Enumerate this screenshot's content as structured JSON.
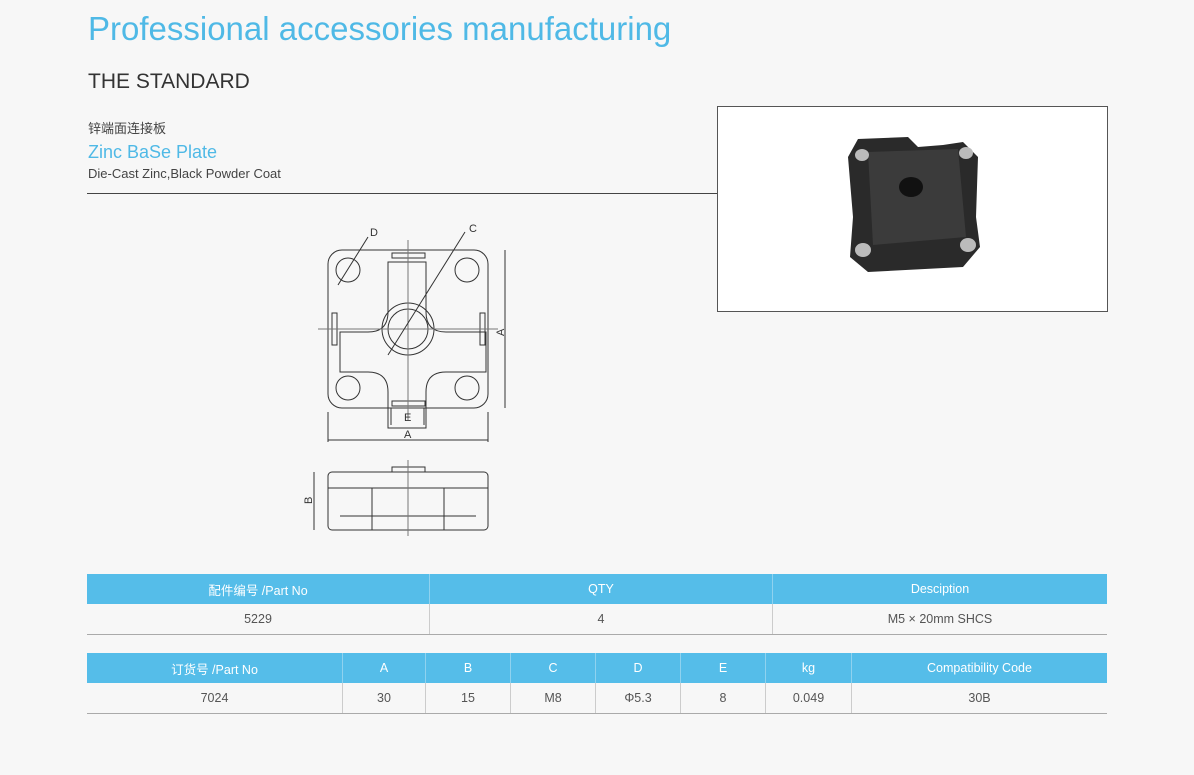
{
  "header": {
    "title": "Professional accessories manufacturing",
    "subtitle": "THE STANDARD"
  },
  "product": {
    "name_cn": "锌端面连接板",
    "name": "Zinc BaSe Plate",
    "material": "Die-Cast Zinc,Black Powder Coat"
  },
  "drawing": {
    "labels": {
      "a": "A",
      "b": "B",
      "c": "C",
      "d": "D",
      "e": "E"
    }
  },
  "table1": {
    "headers": [
      "配件编号 /Part No",
      "QTY",
      "Desciption"
    ],
    "rows": [
      [
        "5229",
        "4",
        "M5 × 20mm SHCS"
      ]
    ]
  },
  "table2": {
    "headers": [
      "订货号 /Part No",
      "A",
      "B",
      "C",
      "D",
      "E",
      "kg",
      "Compatibility Code"
    ],
    "rows": [
      [
        "7024",
        "30",
        "15",
        "M8",
        "Φ5.3",
        "8",
        "0.049",
        "30B"
      ]
    ]
  },
  "colors": {
    "accent": "#55bde9"
  }
}
